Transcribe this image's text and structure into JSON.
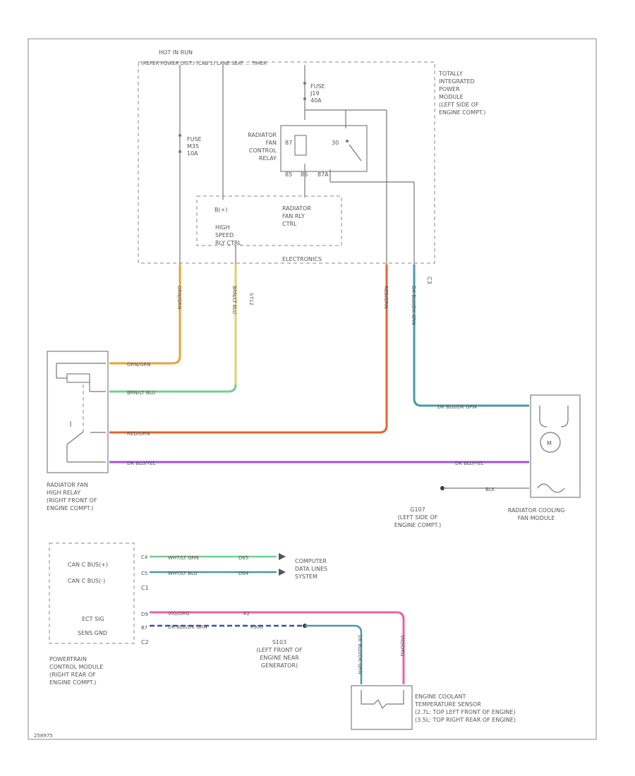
{
  "colors": {
    "orange": "#e8a33a",
    "yellow": "#e3cc6a",
    "green": "#6fcf93",
    "red": "#e0662f",
    "teal": "#4a9aa6",
    "violet": "#9a55d4",
    "pink": "#ee5fa8",
    "navy": "#3b4fa3"
  },
  "tipm": {
    "hot_in_run": "HOT IN RUN",
    "feed_text": "(REFER POWER DIST.) (CAB 1) LANE SEAT ... TIMER",
    "name": "TOTALLY\nINTEGRATED\nPOWER\nMODULE\n(LEFT SIDE OF\nENGINE COMPT.)",
    "fuse_top": "FUSE\nJ19\n40A",
    "fuse_left": "FUSE\nM35\n10A",
    "relay_label": "RADIATOR\nFAN\nCONTROL\nRELAY",
    "electronics": "ELECTRONICS",
    "inner_b": "B(+)",
    "inner_fan_ctrl": "RADIATOR\nFAN RLY\nCTRL",
    "inner_high": "HIGH\nSPEED\nRLY CTRL",
    "connector": "C3",
    "pin_87": "87",
    "pin_30": "30",
    "pin_85": "85",
    "pin_86": "86",
    "pin_87a": "87A"
  },
  "wires": {
    "orange_v": "ORN/GRN",
    "orange_h": "ORN/GRN",
    "yellow_v": "BRN/LT BLU",
    "yellow_h": "BRN/LT BLU",
    "splice_label": "S712",
    "red_v": "RED/ORN",
    "red_h": "RED/ORN",
    "teal_v": "DK BLU/DK GRN",
    "teal_h": "DK BLU/DK GRN",
    "violet_left": "DK BLU/YEL",
    "violet_right": "DK BLU/YEL",
    "ground_wire": "BLK",
    "can_h": "WHT/LT GRN",
    "can_h_code": "D65",
    "can_l": "WHT/LT BLU",
    "can_l_code": "D64",
    "pink_h": "VIO/ORG",
    "pink_code": "K2",
    "navy_h": "DK BLU/DK GRN",
    "navy_code": "K900",
    "sensor_left": "DK BLU/DK GRN",
    "sensor_right": "VIO/ORG"
  },
  "high_relay": {
    "label": "RADIATOR FAN\nHIGH RELAY\n(RIGHT FRONT OF\nENGINE COMPT.)"
  },
  "fan_module": {
    "label": "RADIATOR COOLING\nFAN MODULE"
  },
  "ground": {
    "label": "G107\n(LEFT SIDE OF\nENGINE COMPT.)"
  },
  "pcm": {
    "can_h": "CAN C BUS(+)",
    "can_l": "CAN C BUS(-)",
    "c1": "C1",
    "ect": "ECT SIG",
    "sens_gnd": "SENS GND",
    "c2": "C2",
    "label": "POWERTRAIN\nCONTROL MODULE\n(RIGHT REAR OF\nENGINE COMPT.)",
    "pin_c1_top": "C4",
    "pin_c1_bottom": "C5",
    "pin_c2_top": "D9",
    "pin_c2_bottom": "B7"
  },
  "data_lines": {
    "label": "COMPUTER\nDATA LINES\nSYSTEM"
  },
  "splice_s103": {
    "label": "S103\n(LEFT FRONT OF\nENGINE NEAR\nGENERATOR)"
  },
  "ect_sensor": {
    "label": "ENGINE COOLANT\nTEMPERATURE SENSOR\n(2.7L: TOP LEFT FRONT OF ENGINE)\n(3.5L: TOP RIGHT REAR OF ENGINE)"
  },
  "footer": {
    "code": "258975"
  }
}
